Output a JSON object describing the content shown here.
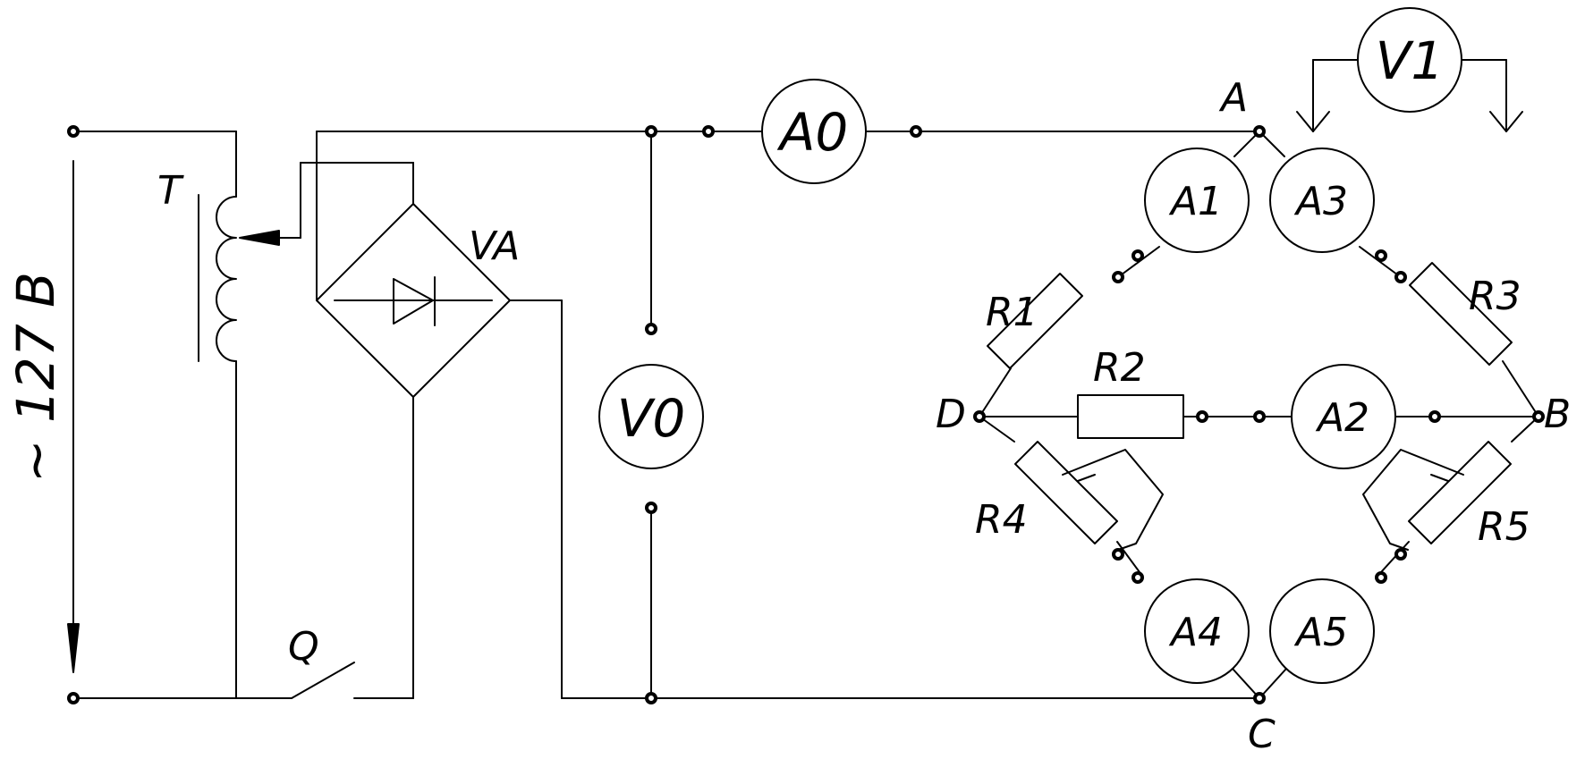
{
  "labels": {
    "voltage": "~ 127 В",
    "transformer": "T",
    "rectifier": "VA",
    "switch": "Q",
    "node_a": "A",
    "node_b": "B",
    "node_c": "C",
    "node_d": "D"
  },
  "meters": {
    "a0": "A0",
    "v0": "V0",
    "v1": "V1",
    "a1": "A1",
    "a2": "A2",
    "a3": "A3",
    "a4": "A4",
    "a5": "A5"
  },
  "resistors": {
    "r1": "R1",
    "r2": "R2",
    "r3": "R3",
    "r4": "R4",
    "r5": "R5"
  },
  "colors": {
    "line": "#000000",
    "background": "#ffffff"
  }
}
